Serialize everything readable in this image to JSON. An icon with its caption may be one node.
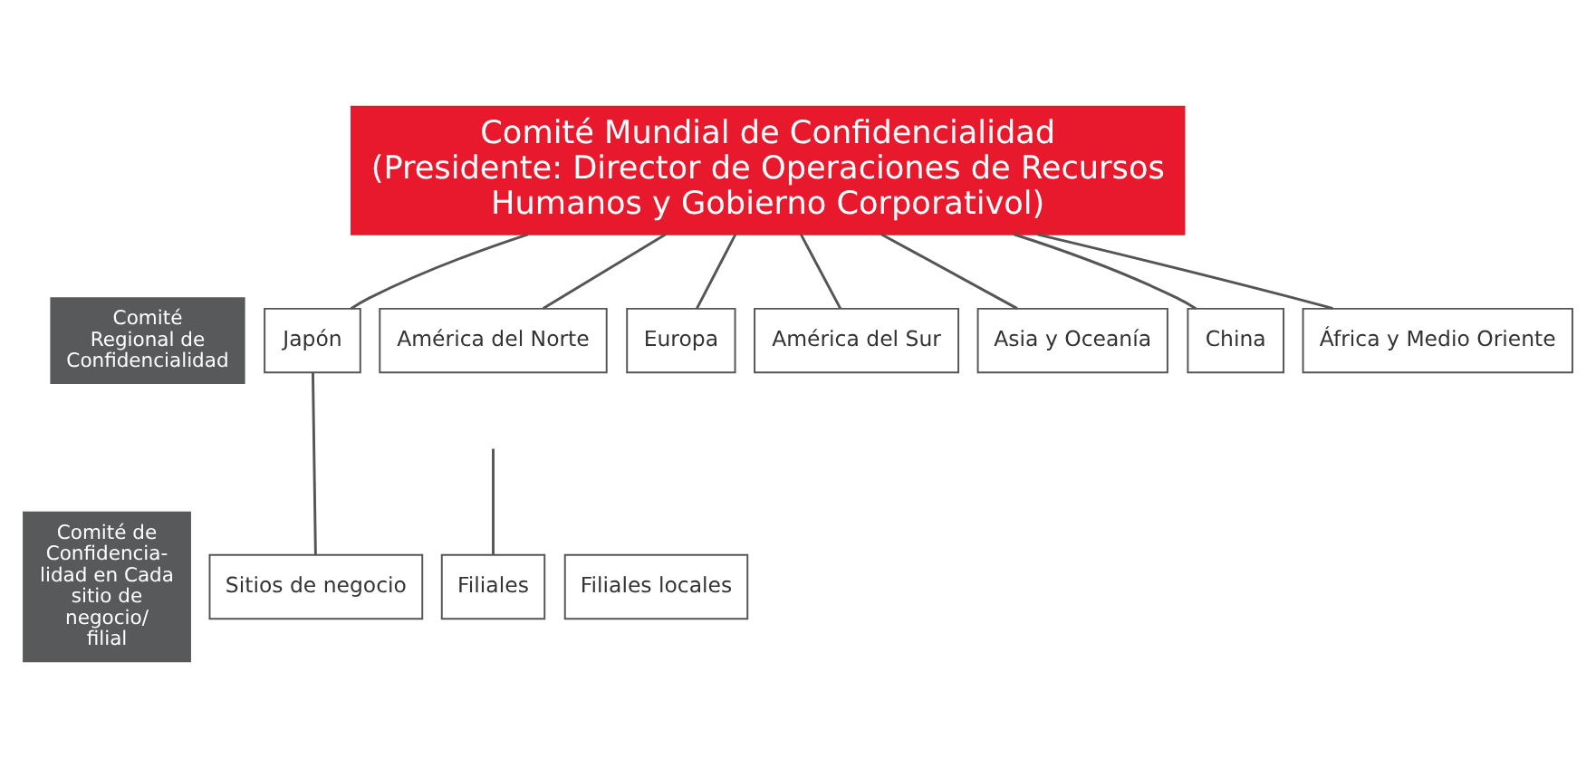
{
  "diagram": {
    "nodes": [
      {
        "text": [
          "Comité Mundial de Confidencialidad",
          "(Presidente: Director de Operaciones de Recursos Humanos y Gobierno Corporativol)"
        ]
      },
      {
        "text": [
          "Comité Regional de Confidencialidad"
        ]
      },
      {
        "text": [
          "Japón"
        ]
      },
      {
        "text": [
          "América del Norte"
        ]
      },
      {
        "text": [
          "Europa"
        ]
      },
      {
        "text": [
          "América del Sur"
        ]
      },
      {
        "text": [
          "Asia y Oceanía"
        ]
      },
      {
        "text": [
          "China"
        ]
      },
      {
        "text": [
          "África y Medio Oriente"
        ]
      },
      {
        "text": [
          "Comité de Confidencia- lidad en Cada sitio de negocio/ filial"
        ]
      },
      {
        "text": [
          "Sitios de negocio"
        ]
      },
      {
        "text": [
          "Filiales"
        ]
      },
      {
        "text": [
          "Filiales locales"
        ]
      }
    ],
    "edges": [
      {
        "from": 0,
        "to": 2,
        "arrow": "none"
      },
      {
        "from": 0,
        "to": 3,
        "arrow": "none"
      },
      {
        "from": 0,
        "to": 4,
        "arrow": "none"
      },
      {
        "from": 0,
        "to": 5,
        "arrow": "none"
      },
      {
        "from": 0,
        "to": 6,
        "arrow": "none"
      },
      {
        "from": 0,
        "to": 7,
        "arrow": "none"
      },
      {
        "from": 0,
        "to": 8,
        "arrow": "none"
      },
      {
        "from": 2,
        "to": 10,
        "arrow": "none"
      },
      {
        "from": null,
        "to": 11,
        "arrow": "none"
      }
    ]
  }
}
